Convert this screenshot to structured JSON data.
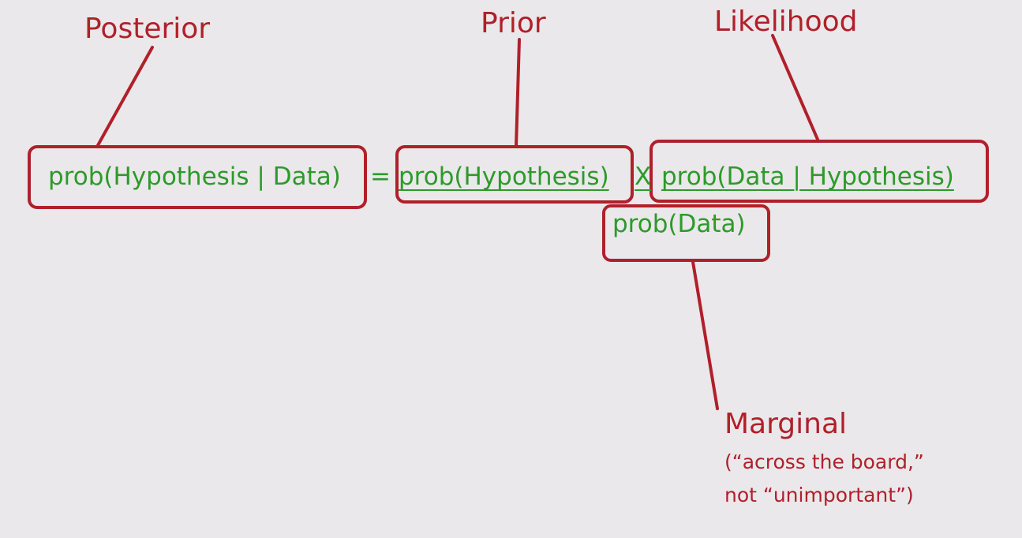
{
  "labels": {
    "posterior": "Posterior",
    "prior": "Prior",
    "likelihood": "Likelihood",
    "marginal": "Marginal",
    "marginal_note_line1": "(“across the board,”",
    "marginal_note_line2": "not “unimportant”)"
  },
  "equation": {
    "lhs": "prob(Hypothesis | Data)",
    "equals": "=",
    "prior_term": "prob(Hypothesis)",
    "times": "X",
    "likelihood_term": "prob(Data | Hypothesis)",
    "denominator": "prob(Data)"
  },
  "colors": {
    "annotation": "#b0202a",
    "equation_text": "#2d9a2a",
    "background": "#eae8ea"
  }
}
